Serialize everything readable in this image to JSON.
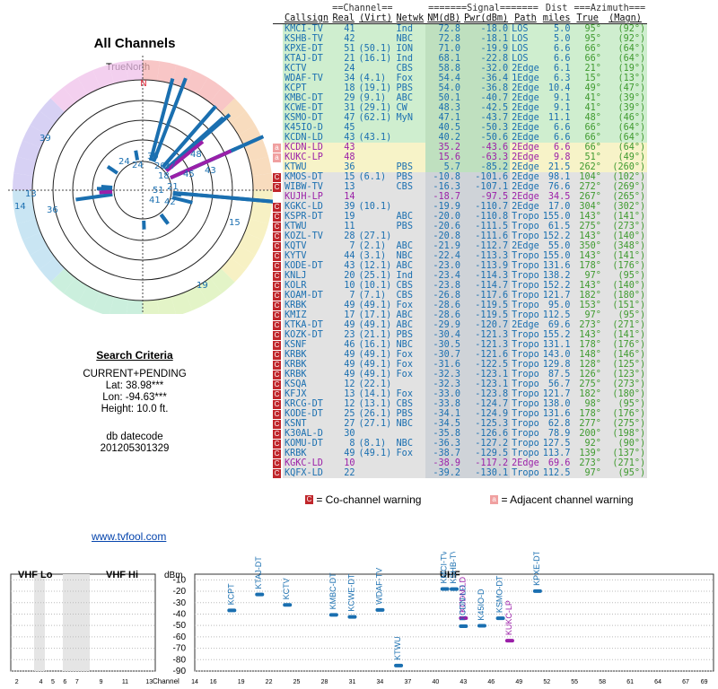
{
  "header": {
    "title": "All Channels",
    "north_label": "TrueNorth",
    "north_marker": "N"
  },
  "polar": {
    "ring_labels_note": "",
    "labels": [
      "39",
      "13",
      "14",
      "36",
      "24",
      "24",
      "30",
      "20",
      "37",
      "18",
      "48",
      "43",
      "45",
      "51",
      "21",
      "41",
      "42",
      "15",
      "19"
    ]
  },
  "search_criteria": {
    "heading": "Search Criteria",
    "mode": "CURRENT+PENDING",
    "lat": "Lat: 38.98***",
    "lon": "Lon: -94.63***",
    "height": "Height: 10.0 ft.",
    "db_label": "db datecode",
    "db_value": "201205301329"
  },
  "table": {
    "group_headers": {
      "channel": "==Channel==",
      "signal": "=======Signal=======",
      "dist": "Dist",
      "azimuth": "===Azimuth==="
    },
    "columns": [
      "Callsign",
      "Real",
      "(Virt)",
      "Netwk",
      "NM(dB)",
      "Pwr(dBm)",
      "Path",
      "miles",
      "True",
      "(Magn)"
    ],
    "rows": [
      {
        "warn": "",
        "call": "KMCI-TV",
        "real": "41",
        "virt": "",
        "net": "Ind",
        "nm": "72.8",
        "pwr": "-18.0",
        "path": "LOS",
        "dist": "5.0",
        "az": "95°",
        "mag": "(92°)",
        "bg": "#cfeecf",
        "color": "#1a6fb0"
      },
      {
        "warn": "",
        "call": "KSHB-TV",
        "real": "42",
        "virt": "",
        "net": "NBC",
        "nm": "72.8",
        "pwr": "-18.1",
        "path": "LOS",
        "dist": "5.0",
        "az": "95°",
        "mag": "(92°)",
        "bg": "#cfeecf",
        "color": "#1a6fb0"
      },
      {
        "warn": "",
        "call": "KPXE-DT",
        "real": "51",
        "virt": "(50.1)",
        "net": "ION",
        "nm": "71.0",
        "pwr": "-19.9",
        "path": "LOS",
        "dist": "6.6",
        "az": "66°",
        "mag": "(64°)",
        "bg": "#cfeecf",
        "color": "#1a6fb0"
      },
      {
        "warn": "",
        "call": "KTAJ-DT",
        "real": "21",
        "virt": "(16.1)",
        "net": "Ind",
        "nm": "68.1",
        "pwr": "-22.8",
        "path": "LOS",
        "dist": "6.6",
        "az": "66°",
        "mag": "(64°)",
        "bg": "#cfeecf",
        "color": "#1a6fb0"
      },
      {
        "warn": "",
        "call": "KCTV",
        "real": "24",
        "virt": "",
        "net": "CBS",
        "nm": "58.8",
        "pwr": "-32.0",
        "path": "2Edge",
        "dist": "6.1",
        "az": "21°",
        "mag": "(19°)",
        "bg": "#cfeecf",
        "color": "#1a6fb0"
      },
      {
        "warn": "",
        "call": "WDAF-TV",
        "real": "34",
        "virt": "(4.1)",
        "net": "Fox",
        "nm": "54.4",
        "pwr": "-36.4",
        "path": "1Edge",
        "dist": "6.3",
        "az": "15°",
        "mag": "(13°)",
        "bg": "#cfeecf",
        "color": "#1a6fb0"
      },
      {
        "warn": "",
        "call": "KCPT",
        "real": "18",
        "virt": "(19.1)",
        "net": "PBS",
        "nm": "54.0",
        "pwr": "-36.8",
        "path": "2Edge",
        "dist": "10.4",
        "az": "49°",
        "mag": "(47°)",
        "bg": "#cfeecf",
        "color": "#1a6fb0"
      },
      {
        "warn": "",
        "call": "KMBC-DT",
        "real": "29",
        "virt": "(9.1)",
        "net": "ABC",
        "nm": "50.1",
        "pwr": "-40.7",
        "path": "2Edge",
        "dist": "9.1",
        "az": "41°",
        "mag": "(39°)",
        "bg": "#cfeecf",
        "color": "#1a6fb0"
      },
      {
        "warn": "",
        "call": "KCWE-DT",
        "real": "31",
        "virt": "(29.1)",
        "net": "CW",
        "nm": "48.3",
        "pwr": "-42.5",
        "path": "2Edge",
        "dist": "9.1",
        "az": "41°",
        "mag": "(39°)",
        "bg": "#cfeecf",
        "color": "#1a6fb0"
      },
      {
        "warn": "",
        "call": "KSMO-DT",
        "real": "47",
        "virt": "(62.1)",
        "net": "MyN",
        "nm": "47.1",
        "pwr": "-43.7",
        "path": "2Edge",
        "dist": "11.1",
        "az": "48°",
        "mag": "(46°)",
        "bg": "#cfeecf",
        "color": "#1a6fb0"
      },
      {
        "warn": "",
        "call": "K45IO-D",
        "real": "45",
        "virt": "",
        "net": "",
        "nm": "40.5",
        "pwr": "-50.3",
        "path": "2Edge",
        "dist": "6.6",
        "az": "66°",
        "mag": "(64°)",
        "bg": "#cfeecf",
        "color": "#1a6fb0"
      },
      {
        "warn": "",
        "call": "KCDN-LD",
        "real": "43",
        "virt": "(43.1)",
        "net": "",
        "nm": "40.2",
        "pwr": "-50.6",
        "path": "2Edge",
        "dist": "6.6",
        "az": "66°",
        "mag": "(64°)",
        "bg": "#cfeecf",
        "color": "#1a6fb0"
      },
      {
        "warn": "adj",
        "call": "KCDN-LD",
        "real": "43",
        "virt": "",
        "net": "",
        "nm": "35.2",
        "pwr": "-43.6",
        "path": "2Edge",
        "dist": "6.6",
        "az": "66°",
        "mag": "(64°)",
        "bg": "#f7f3c8",
        "color": "#9b1fa8"
      },
      {
        "warn": "adj",
        "call": "KUKC-LP",
        "real": "48",
        "virt": "",
        "net": "",
        "nm": "15.6",
        "pwr": "-63.3",
        "path": "2Edge",
        "dist": "9.8",
        "az": "51°",
        "mag": "(49°)",
        "bg": "#f7f3c8",
        "color": "#9b1fa8"
      },
      {
        "warn": "",
        "call": "KTWU",
        "real": "36",
        "virt": "",
        "net": "PBS",
        "nm": "5.7",
        "pwr": "-85.2",
        "path": "2Edge",
        "dist": "21.5",
        "az": "262°",
        "mag": "(260°)",
        "bg": "#f7f3c8",
        "color": "#1a6fb0"
      },
      {
        "warn": "co",
        "call": "KMOS-DT",
        "real": "15",
        "virt": "(6.1)",
        "net": "PBS",
        "nm": "-10.8",
        "pwr": "-101.6",
        "path": "2Edge",
        "dist": "98.1",
        "az": "104°",
        "mag": "(102°)",
        "bg": "#e2e2e2",
        "color": "#1a6fb0"
      },
      {
        "warn": "co",
        "call": "WIBW-TV",
        "real": "13",
        "virt": "",
        "net": "CBS",
        "nm": "-16.3",
        "pwr": "-107.1",
        "path": "2Edge",
        "dist": "76.6",
        "az": "272°",
        "mag": "(269°)",
        "bg": "#e2e2e2",
        "color": "#1a6fb0"
      },
      {
        "warn": "",
        "call": "KUJH-LP",
        "real": "14",
        "virt": "",
        "net": "",
        "nm": "-18.7",
        "pwr": "-97.5",
        "path": "2Edge",
        "dist": "34.5",
        "az": "267°",
        "mag": "(265°)",
        "bg": "#e2e2e2",
        "color": "#9b1fa8"
      },
      {
        "warn": "co",
        "call": "KGKC-LD",
        "real": "39",
        "virt": "(10.1)",
        "net": "",
        "nm": "-19.9",
        "pwr": "-110.7",
        "path": "2Edge",
        "dist": "17.0",
        "az": "304°",
        "mag": "(302°)",
        "bg": "#e2e2e2",
        "color": "#1a6fb0"
      },
      {
        "warn": "co",
        "call": "KSPR-DT",
        "real": "19",
        "virt": "",
        "net": "ABC",
        "nm": "-20.0",
        "pwr": "-110.8",
        "path": "Tropo",
        "dist": "155.0",
        "az": "143°",
        "mag": "(141°)",
        "bg": "#e2e2e2",
        "color": "#1a6fb0"
      },
      {
        "warn": "co",
        "call": "KTWU",
        "real": "11",
        "virt": "",
        "net": "PBS",
        "nm": "-20.6",
        "pwr": "-111.5",
        "path": "Tropo",
        "dist": "61.5",
        "az": "275°",
        "mag": "(273°)",
        "bg": "#e2e2e2",
        "color": "#1a6fb0"
      },
      {
        "warn": "co",
        "call": "KOZL-TV",
        "real": "28",
        "virt": "(27.1)",
        "net": "",
        "nm": "-20.8",
        "pwr": "-111.6",
        "path": "Tropo",
        "dist": "152.2",
        "az": "143°",
        "mag": "(140°)",
        "bg": "#e2e2e2",
        "color": "#1a6fb0"
      },
      {
        "warn": "co",
        "call": "KQTV",
        "real": "7",
        "virt": "(2.1)",
        "net": "ABC",
        "nm": "-21.9",
        "pwr": "-112.7",
        "path": "2Edge",
        "dist": "55.0",
        "az": "350°",
        "mag": "(348°)",
        "bg": "#e2e2e2",
        "color": "#1a6fb0"
      },
      {
        "warn": "co",
        "call": "KYTV",
        "real": "44",
        "virt": "(3.1)",
        "net": "NBC",
        "nm": "-22.4",
        "pwr": "-113.3",
        "path": "Tropo",
        "dist": "155.0",
        "az": "143°",
        "mag": "(141°)",
        "bg": "#e2e2e2",
        "color": "#1a6fb0"
      },
      {
        "warn": "co",
        "call": "KODE-DT",
        "real": "43",
        "virt": "(12.1)",
        "net": "ABC",
        "nm": "-23.0",
        "pwr": "-113.9",
        "path": "Tropo",
        "dist": "131.6",
        "az": "178°",
        "mag": "(176°)",
        "bg": "#e2e2e2",
        "color": "#1a6fb0"
      },
      {
        "warn": "co",
        "call": "KNLJ",
        "real": "20",
        "virt": "(25.1)",
        "net": "Ind",
        "nm": "-23.4",
        "pwr": "-114.3",
        "path": "Tropo",
        "dist": "138.2",
        "az": "97°",
        "mag": "(95°)",
        "bg": "#e2e2e2",
        "color": "#1a6fb0"
      },
      {
        "warn": "co",
        "call": "KOLR",
        "real": "10",
        "virt": "(10.1)",
        "net": "CBS",
        "nm": "-23.8",
        "pwr": "-114.7",
        "path": "Tropo",
        "dist": "152.2",
        "az": "143°",
        "mag": "(140°)",
        "bg": "#e2e2e2",
        "color": "#1a6fb0"
      },
      {
        "warn": "co",
        "call": "KOAM-DT",
        "real": "7",
        "virt": "(7.1)",
        "net": "CBS",
        "nm": "-26.8",
        "pwr": "-117.6",
        "path": "Tropo",
        "dist": "121.7",
        "az": "182°",
        "mag": "(180°)",
        "bg": "#e2e2e2",
        "color": "#1a6fb0"
      },
      {
        "warn": "co",
        "call": "KRBK",
        "real": "49",
        "virt": "(49.1)",
        "net": "Fox",
        "nm": "-28.6",
        "pwr": "-119.5",
        "path": "Tropo",
        "dist": "95.0",
        "az": "153°",
        "mag": "(151°)",
        "bg": "#e2e2e2",
        "color": "#1a6fb0"
      },
      {
        "warn": "co",
        "call": "KMIZ",
        "real": "17",
        "virt": "(17.1)",
        "net": "ABC",
        "nm": "-28.6",
        "pwr": "-119.5",
        "path": "Tropo",
        "dist": "112.5",
        "az": "97°",
        "mag": "(95°)",
        "bg": "#e2e2e2",
        "color": "#1a6fb0"
      },
      {
        "warn": "co",
        "call": "KTKA-DT",
        "real": "49",
        "virt": "(49.1)",
        "net": "ABC",
        "nm": "-29.9",
        "pwr": "-120.7",
        "path": "2Edge",
        "dist": "69.6",
        "az": "273°",
        "mag": "(271°)",
        "bg": "#e2e2e2",
        "color": "#1a6fb0"
      },
      {
        "warn": "co",
        "call": "KOZK-DT",
        "real": "23",
        "virt": "(21.1)",
        "net": "PBS",
        "nm": "-30.4",
        "pwr": "-121.3",
        "path": "Tropo",
        "dist": "155.2",
        "az": "143°",
        "mag": "(141°)",
        "bg": "#e2e2e2",
        "color": "#1a6fb0"
      },
      {
        "warn": "co",
        "call": "KSNF",
        "real": "46",
        "virt": "(16.1)",
        "net": "NBC",
        "nm": "-30.5",
        "pwr": "-121.3",
        "path": "Tropo",
        "dist": "131.1",
        "az": "178°",
        "mag": "(176°)",
        "bg": "#e2e2e2",
        "color": "#1a6fb0"
      },
      {
        "warn": "co",
        "call": "KRBK",
        "real": "49",
        "virt": "(49.1)",
        "net": "Fox",
        "nm": "-30.7",
        "pwr": "-121.6",
        "path": "Tropo",
        "dist": "143.0",
        "az": "148°",
        "mag": "(146°)",
        "bg": "#e2e2e2",
        "color": "#1a6fb0"
      },
      {
        "warn": "co",
        "call": "KRBK",
        "real": "49",
        "virt": "(49.1)",
        "net": "Fox",
        "nm": "-31.6",
        "pwr": "-122.5",
        "path": "Tropo",
        "dist": "129.8",
        "az": "128°",
        "mag": "(125°)",
        "bg": "#e2e2e2",
        "color": "#1a6fb0"
      },
      {
        "warn": "co",
        "call": "KRBK",
        "real": "49",
        "virt": "(49.1)",
        "net": "Fox",
        "nm": "-32.3",
        "pwr": "-123.1",
        "path": "Tropo",
        "dist": "87.5",
        "az": "126°",
        "mag": "(123°)",
        "bg": "#e2e2e2",
        "color": "#1a6fb0"
      },
      {
        "warn": "co",
        "call": "KSQA",
        "real": "12",
        "virt": "(22.1)",
        "net": "",
        "nm": "-32.3",
        "pwr": "-123.1",
        "path": "Tropo",
        "dist": "56.7",
        "az": "275°",
        "mag": "(273°)",
        "bg": "#e2e2e2",
        "color": "#1a6fb0"
      },
      {
        "warn": "co",
        "call": "KFJX",
        "real": "13",
        "virt": "(14.1)",
        "net": "Fox",
        "nm": "-33.0",
        "pwr": "-123.8",
        "path": "Tropo",
        "dist": "121.7",
        "az": "182°",
        "mag": "(180°)",
        "bg": "#e2e2e2",
        "color": "#1a6fb0"
      },
      {
        "warn": "co",
        "call": "KRCG-DT",
        "real": "12",
        "virt": "(13.1)",
        "net": "CBS",
        "nm": "-33.8",
        "pwr": "-124.7",
        "path": "Tropo",
        "dist": "138.0",
        "az": "98°",
        "mag": "(95°)",
        "bg": "#e2e2e2",
        "color": "#1a6fb0"
      },
      {
        "warn": "co",
        "call": "KODE-DT",
        "real": "25",
        "virt": "(26.1)",
        "net": "PBS",
        "nm": "-34.1",
        "pwr": "-124.9",
        "path": "Tropo",
        "dist": "131.6",
        "az": "178°",
        "mag": "(176°)",
        "bg": "#e2e2e2",
        "color": "#1a6fb0"
      },
      {
        "warn": "co",
        "call": "KSNT",
        "real": "27",
        "virt": "(27.1)",
        "net": "NBC",
        "nm": "-34.5",
        "pwr": "-125.3",
        "path": "Tropo",
        "dist": "62.8",
        "az": "277°",
        "mag": "(275°)",
        "bg": "#e2e2e2",
        "color": "#1a6fb0"
      },
      {
        "warn": "co",
        "call": "K30AL-D",
        "real": "30",
        "virt": "",
        "net": "",
        "nm": "-35.8",
        "pwr": "-126.6",
        "path": "Tropo",
        "dist": "78.9",
        "az": "200°",
        "mag": "(198°)",
        "bg": "#e2e2e2",
        "color": "#1a6fb0"
      },
      {
        "warn": "co",
        "call": "KOMU-DT",
        "real": "8",
        "virt": "(8.1)",
        "net": "NBC",
        "nm": "-36.3",
        "pwr": "-127.2",
        "path": "Tropo",
        "dist": "127.5",
        "az": "92°",
        "mag": "(90°)",
        "bg": "#e2e2e2",
        "color": "#1a6fb0"
      },
      {
        "warn": "co",
        "call": "KRBK",
        "real": "49",
        "virt": "(49.1)",
        "net": "Fox",
        "nm": "-38.7",
        "pwr": "-129.5",
        "path": "Tropo",
        "dist": "113.7",
        "az": "139°",
        "mag": "(137°)",
        "bg": "#e2e2e2",
        "color": "#1a6fb0"
      },
      {
        "warn": "co",
        "call": "KGKC-LD",
        "real": "10",
        "virt": "",
        "net": "",
        "nm": "-38.9",
        "pwr": "-117.2",
        "path": "2Edge",
        "dist": "69.6",
        "az": "273°",
        "mag": "(271°)",
        "bg": "#e2e2e2",
        "color": "#9b1fa8"
      },
      {
        "warn": "co",
        "call": "KQFX-LD",
        "real": "22",
        "virt": "",
        "net": "",
        "nm": "-39.2",
        "pwr": "-130.1",
        "path": "Tropo",
        "dist": "112.5",
        "az": "97°",
        "mag": "(95°)",
        "bg": "#e2e2e2",
        "color": "#1a6fb0"
      }
    ]
  },
  "legend": {
    "co_badge": "C",
    "co_text": "= Co-channel warning",
    "adj_badge": "a",
    "adj_text": "= Adjacent channel warning"
  },
  "link": {
    "text": "www.tvfool.com"
  },
  "bottom_chart": {
    "vhf_lo_label": "VHF Lo",
    "vhf_hi_label": "VHF Hi",
    "uhf_label": "UHF",
    "dbm_label": "dBm",
    "channel_axis_label": "Channel",
    "y_ticks": [
      "-10",
      "-20",
      "-30",
      "-40",
      "-50",
      "-60",
      "-70",
      "-80",
      "-90"
    ],
    "vhf_ticks": [
      "2",
      "4",
      "5",
      "6",
      "7",
      "9",
      "11",
      "13"
    ],
    "uhf_ticks": [
      "14",
      "16",
      "19",
      "22",
      "25",
      "28",
      "31",
      "34",
      "37",
      "40",
      "43",
      "46",
      "49",
      "52",
      "55",
      "58",
      "61",
      "64",
      "67",
      "69"
    ],
    "stations": [
      {
        "label": "KCPT",
        "ch": 18,
        "dbm": -36.8,
        "color": "#1a6fb0"
      },
      {
        "label": "KTAJ-DT",
        "ch": 21,
        "dbm": -22.8,
        "color": "#1a6fb0"
      },
      {
        "label": "KCTV",
        "ch": 24,
        "dbm": -32.0,
        "color": "#1a6fb0"
      },
      {
        "label": "KMBC-DT",
        "ch": 29,
        "dbm": -40.7,
        "color": "#1a6fb0"
      },
      {
        "label": "KCWE-DT",
        "ch": 31,
        "dbm": -42.5,
        "color": "#1a6fb0"
      },
      {
        "label": "WDAF-TV",
        "ch": 34,
        "dbm": -36.4,
        "color": "#1a6fb0"
      },
      {
        "label": "KTWU",
        "ch": 36,
        "dbm": -85.2,
        "color": "#1a6fb0"
      },
      {
        "label": "KMCI-TV",
        "ch": 41,
        "dbm": -18.0,
        "color": "#1a6fb0"
      },
      {
        "label": "KSHB-TV",
        "ch": 42,
        "dbm": -18.1,
        "color": "#1a6fb0"
      },
      {
        "label": "KCDN-LD",
        "ch": 43,
        "dbm": -43.6,
        "color": "#9b1fa8"
      },
      {
        "label": "KCDN-LD",
        "ch": 43,
        "dbm": -50.6,
        "color": "#1a6fb0"
      },
      {
        "label": "K45IO-D",
        "ch": 45,
        "dbm": -50.3,
        "color": "#1a6fb0"
      },
      {
        "label": "KSMO-DT",
        "ch": 47,
        "dbm": -43.7,
        "color": "#1a6fb0"
      },
      {
        "label": "KUKC-LP",
        "ch": 48,
        "dbm": -63.3,
        "color": "#9b1fa8"
      },
      {
        "label": "KPXE-DT",
        "ch": 51,
        "dbm": -19.9,
        "color": "#1a6fb0"
      }
    ]
  },
  "colors": {
    "blue": "#1a6fb0",
    "purple": "#9b1fa8",
    "co_warning": "#c0262b",
    "adj_warning": "#f0a0a0"
  }
}
